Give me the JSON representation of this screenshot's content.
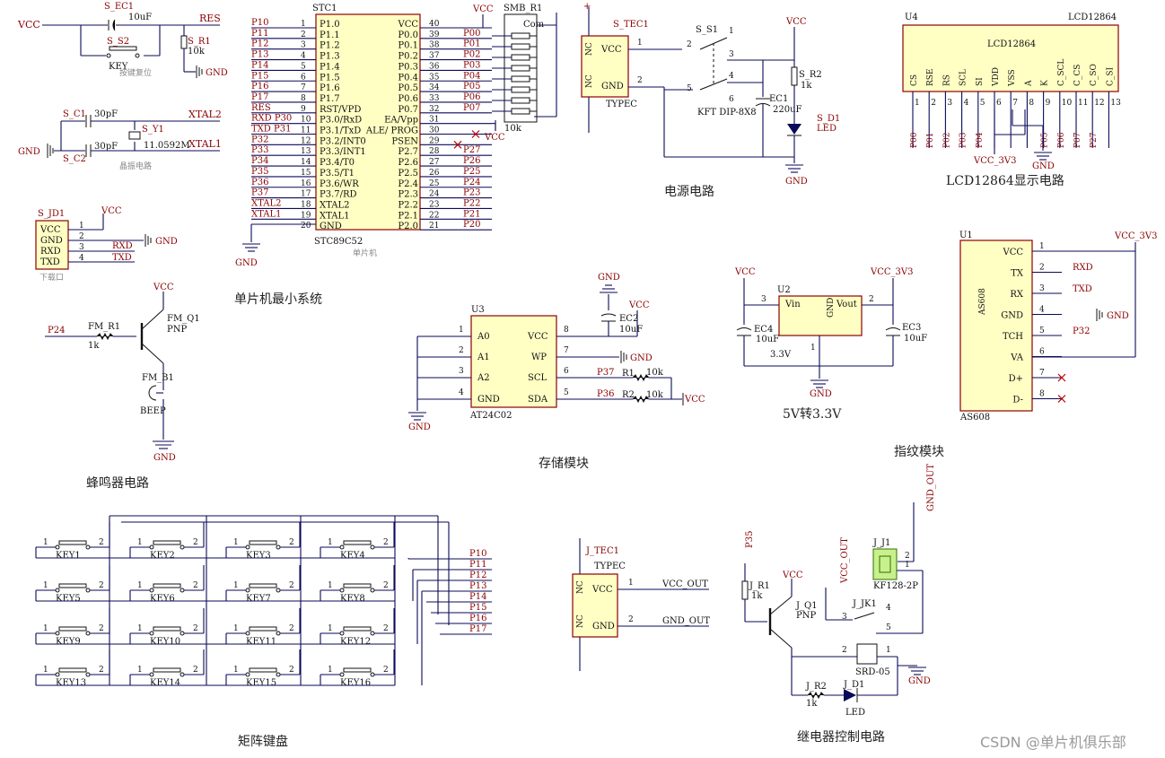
{
  "captions": {
    "mcu": "单片机最小系统",
    "power": "电源电路",
    "lcd": "LCD12864显示电路",
    "storage": "存储模块",
    "reg": "5V转3.3V",
    "finger": "指纹模块",
    "buzzer": "蜂鸣器电路",
    "keypad": "矩阵键盘",
    "relay": "继电器控制电路"
  },
  "watermark": "CSDN @单片机俱乐部",
  "mcu": {
    "ref": "STC1",
    "part": "STC89C52",
    "sub": "单片机",
    "left_pins": [
      {
        "num": "1",
        "name": "P1.0",
        "net": "P10"
      },
      {
        "num": "2",
        "name": "P1.1",
        "net": "P11"
      },
      {
        "num": "3",
        "name": "P1.2",
        "net": "P12"
      },
      {
        "num": "4",
        "name": "P1.3",
        "net": "P13"
      },
      {
        "num": "5",
        "name": "P1.4",
        "net": "P14"
      },
      {
        "num": "6",
        "name": "P1.5",
        "net": "P15"
      },
      {
        "num": "7",
        "name": "P1.6",
        "net": "P16"
      },
      {
        "num": "8",
        "name": "P1.7",
        "net": "P17"
      },
      {
        "num": "9",
        "name": "RST/VPD",
        "net": "RES"
      },
      {
        "num": "10",
        "name": "P3.0/RxD",
        "net": "RXD P30"
      },
      {
        "num": "11",
        "name": "P3.1/TxD",
        "net": "TXD P31"
      },
      {
        "num": "12",
        "name": "P3.2/INT0",
        "net": "P32"
      },
      {
        "num": "13",
        "name": "P3.3/INT1",
        "net": "P33"
      },
      {
        "num": "14",
        "name": "P3.4/T0",
        "net": "P34"
      },
      {
        "num": "15",
        "name": "P3.5/T1",
        "net": "P35"
      },
      {
        "num": "16",
        "name": "P3.6/WR",
        "net": "P36"
      },
      {
        "num": "17",
        "name": "P3.7/RD",
        "net": "P37"
      },
      {
        "num": "18",
        "name": "XTAL2",
        "net": "XTAL2"
      },
      {
        "num": "19",
        "name": "XTAL1",
        "net": "XTAL1"
      },
      {
        "num": "20",
        "name": "GND",
        "net": ""
      }
    ],
    "right_pins": [
      {
        "num": "40",
        "name": "VCC",
        "net": ""
      },
      {
        "num": "39",
        "name": "P0.0",
        "net": "P00"
      },
      {
        "num": "38",
        "name": "P0.1",
        "net": "P01"
      },
      {
        "num": "37",
        "name": "P0.2",
        "net": "P02"
      },
      {
        "num": "36",
        "name": "P0.3",
        "net": "P03"
      },
      {
        "num": "35",
        "name": "P0.4",
        "net": "P04"
      },
      {
        "num": "34",
        "name": "P0.5",
        "net": "P05"
      },
      {
        "num": "33",
        "name": "P0.6",
        "net": "P06"
      },
      {
        "num": "32",
        "name": "P0.7",
        "net": "P07"
      },
      {
        "num": "31",
        "name": "EA/Vpp",
        "net": ""
      },
      {
        "num": "30",
        "name": "ALE/ PROG",
        "net": ""
      },
      {
        "num": "29",
        "name": "PSEN",
        "net": ""
      },
      {
        "num": "28",
        "name": "P2.7",
        "net": "P27"
      },
      {
        "num": "27",
        "name": "P2.6",
        "net": "P26"
      },
      {
        "num": "26",
        "name": "P2.5",
        "net": "P25"
      },
      {
        "num": "25",
        "name": "P2.4",
        "net": "P24"
      },
      {
        "num": "24",
        "name": "P2.3",
        "net": "P23"
      },
      {
        "num": "23",
        "name": "P2.2",
        "net": "P22"
      },
      {
        "num": "22",
        "name": "P2.1",
        "net": "P21"
      },
      {
        "num": "21",
        "name": "P2.0",
        "net": "P20"
      }
    ],
    "rpack_ref": "SMB_R1",
    "rpack_com": "Com",
    "rpack_val": "10k",
    "vcc": "VCC",
    "gnd": "GND"
  },
  "reset": {
    "vcc": "VCC",
    "cap_ref": "S_EC1",
    "cap_val": "10uF",
    "sw_ref": "S_S2",
    "sw_val": "KEY",
    "r_ref": "S_R1",
    "r_val": "10k",
    "net": "RES",
    "gnd": "GND",
    "desc": "按键复位"
  },
  "crystal": {
    "c1": "S_C1",
    "c2": "S_C2",
    "cval": "30pF",
    "y": "S_Y1",
    "freq": "11.0592M",
    "n1": "XTAL2",
    "n2": "XTAL1",
    "gnd": "GND",
    "desc": "晶振电路"
  },
  "download": {
    "ref": "S_JD1",
    "pins": [
      "VCC",
      "GND",
      "RXD",
      "TXD"
    ],
    "nums": [
      "1",
      "2",
      "3",
      "4"
    ],
    "nets": [
      "VCC",
      "GND",
      "RXD",
      "TXD"
    ],
    "desc": "下载口"
  },
  "buzzer": {
    "net": "P24",
    "r_ref": "FM_R1",
    "r_val": "1k",
    "q_ref": "FM_Q1",
    "q_type": "PNP",
    "vcc": "VCC",
    "b_ref": "FM_B1",
    "b_val": "BEEP",
    "gnd": "GND"
  },
  "power": {
    "conn_ref": "S_TEC1",
    "conn_type": "TYPEC",
    "pins": [
      "VCC",
      "GND"
    ],
    "nc": "NC",
    "sw_ref": "S_S1",
    "sw_part": "KFT DIP-8X8",
    "cap_ref": "EC1",
    "cap_val": "220uF",
    "r_ref": "S_R2",
    "r_val": "1k",
    "led_ref": "S_D1",
    "led_val": "LED",
    "vcc": "VCC",
    "gnd": "GND"
  },
  "lcd": {
    "ref": "U4",
    "part": "LCD12864",
    "pins": [
      "CS",
      "RSE",
      "RS",
      "SCL",
      "SI",
      "VDD",
      "VSS",
      "A",
      "K",
      "C_SCL",
      "C_CS",
      "C_SO",
      "C_SI"
    ],
    "nets": [
      "P00",
      "P01",
      "P02",
      "P03",
      "P04",
      "",
      "",
      "",
      "P05",
      "P06",
      "P07",
      "P27",
      ""
    ],
    "vcc": "VCC_3V3",
    "gnd": "GND"
  },
  "eeprom": {
    "ref": "U3",
    "part": "AT24C02",
    "left": [
      "A0",
      "A1",
      "A2",
      "GND"
    ],
    "right": [
      "VCC",
      "WP",
      "SCL",
      "SDA"
    ],
    "nets": {
      "scl": "P37",
      "sda": "P36"
    },
    "r1": "R1",
    "r2": "R2",
    "rval": "10k",
    "cap_ref": "EC2",
    "cap_val": "10uF",
    "vcc": "VCC",
    "gnd": "GND"
  },
  "regulator": {
    "ref": "U2",
    "vin": "Vin",
    "vout": "Vout",
    "gnd": "GND",
    "part": "3.3V",
    "ec4": "EC4",
    "ec3": "EC3",
    "cval": "10uF",
    "vcc": "VCC",
    "vout_net": "VCC_3V3"
  },
  "finger": {
    "ref": "U1",
    "part": "AS608",
    "pins": [
      "VCC",
      "TX",
      "RX",
      "GND",
      "TCH",
      "VA",
      "D+",
      "D-"
    ],
    "nets": [
      "VCC_3V3",
      "RXD",
      "TXD",
      "GND",
      "P32",
      "",
      "",
      ""
    ]
  },
  "keypad": {
    "keys": [
      "KEY1",
      "KEY2",
      "KEY3",
      "KEY4",
      "KEY5",
      "KEY6",
      "KEY7",
      "KEY8",
      "KEY9",
      "KEY10",
      "KEY11",
      "KEY12",
      "KEY13",
      "KEY14",
      "KEY15",
      "KEY16"
    ],
    "nets": [
      "P10",
      "P11",
      "P12",
      "P13",
      "P14",
      "P15",
      "P16",
      "P17"
    ]
  },
  "jtec": {
    "ref": "J_TEC1",
    "type": "TYPEC",
    "pins": [
      "VCC",
      "GND"
    ],
    "nets": [
      "VCC_OUT",
      "GND_OUT"
    ],
    "nc": "NC"
  },
  "relay": {
    "net": "P35",
    "r1": "J_R1",
    "r1val": "1k",
    "q": "J_Q1",
    "qtype": "PNP",
    "vcc": "VCC",
    "vcc_out": "VCC_OUT",
    "gnd_out": "GND_OUT",
    "j1": "J_J1",
    "j1part": "KF128-2P",
    "k1": "J_JK1",
    "k1part": "SRD-05",
    "r2": "J_R2",
    "r2val": "1k",
    "led": "J_D1",
    "ledval": "LED",
    "gnd": "GND"
  }
}
